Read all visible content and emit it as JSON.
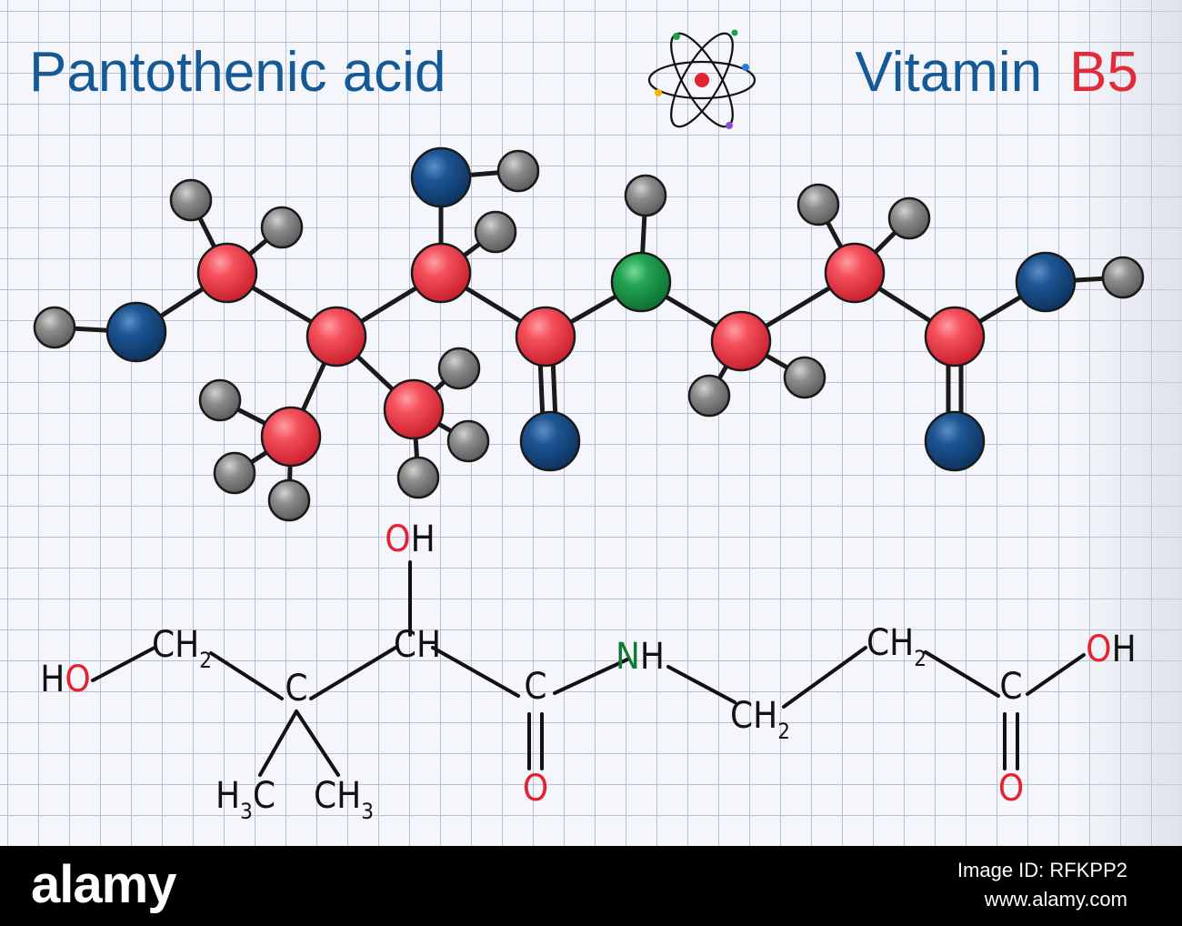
{
  "title": {
    "compound": "Pantothenic acid",
    "vitamin_word": "Vitamin",
    "vitamin_code": "B5"
  },
  "colors": {
    "title_blue": "#155a96",
    "title_red": "#e32b38",
    "carbon": "#ef3e4a",
    "oxygen": "#134b86",
    "hydrogen": "#7b7b7b",
    "nitrogen": "#16a34a",
    "bond": "#1a1a1a",
    "grid_paper": "#f4f6fb",
    "grid_line": "#b9bfd4",
    "formula_red": "#e3232f",
    "formula_green": "#0f7a36",
    "formula_black": "#111111"
  },
  "atom_icon": {
    "icon": "atom-icon"
  },
  "ball_and_stick_model": {
    "atoms": [
      {
        "id": "C1",
        "element": "carbon"
      },
      {
        "id": "C2",
        "element": "carbon"
      },
      {
        "id": "C3",
        "element": "carbon"
      },
      {
        "id": "C4",
        "element": "carbon"
      },
      {
        "id": "C5",
        "element": "carbon"
      },
      {
        "id": "C6",
        "element": "carbon"
      },
      {
        "id": "C7",
        "element": "carbon"
      },
      {
        "id": "C8",
        "element": "carbon"
      },
      {
        "id": "C9",
        "element": "carbon"
      },
      {
        "id": "N1",
        "element": "nitrogen"
      },
      {
        "id": "O1",
        "element": "oxygen"
      },
      {
        "id": "O2",
        "element": "oxygen"
      },
      {
        "id": "O3",
        "element": "oxygen"
      },
      {
        "id": "O4",
        "element": "oxygen"
      },
      {
        "id": "O5",
        "element": "oxygen"
      },
      {
        "id": "H1",
        "element": "hydrogen"
      },
      {
        "id": "H2",
        "element": "hydrogen"
      },
      {
        "id": "H3",
        "element": "hydrogen"
      },
      {
        "id": "H4",
        "element": "hydrogen"
      },
      {
        "id": "H5",
        "element": "hydrogen"
      },
      {
        "id": "H6",
        "element": "hydrogen"
      },
      {
        "id": "H7",
        "element": "hydrogen"
      },
      {
        "id": "H8",
        "element": "hydrogen"
      },
      {
        "id": "H9",
        "element": "hydrogen"
      },
      {
        "id": "H10",
        "element": "hydrogen"
      },
      {
        "id": "H11",
        "element": "hydrogen"
      },
      {
        "id": "H12",
        "element": "hydrogen"
      },
      {
        "id": "H13",
        "element": "hydrogen"
      },
      {
        "id": "H14",
        "element": "hydrogen"
      },
      {
        "id": "H15",
        "element": "hydrogen"
      },
      {
        "id": "H16",
        "element": "hydrogen"
      },
      {
        "id": "H17",
        "element": "hydrogen"
      }
    ],
    "bonds": [
      [
        "H1",
        "O1"
      ],
      [
        "O1",
        "C1"
      ],
      [
        "C1",
        "H2"
      ],
      [
        "C1",
        "H3"
      ],
      [
        "C1",
        "C2"
      ],
      [
        "C2",
        "C3"
      ],
      [
        "C2",
        "C4"
      ],
      [
        "C2",
        "C5"
      ],
      [
        "C3",
        "O2"
      ],
      [
        "O2",
        "H4"
      ],
      [
        "C3",
        "H5"
      ],
      [
        "C3",
        "C6"
      ],
      [
        "C6",
        "N1",
        1
      ],
      [
        "N1",
        "H6"
      ],
      [
        "N1",
        "C7"
      ],
      [
        "C7",
        "H7"
      ],
      [
        "C7",
        "H8"
      ],
      [
        "C7",
        "C8"
      ],
      [
        "C8",
        "H9"
      ],
      [
        "C8",
        "H10"
      ],
      [
        "C8",
        "C9"
      ],
      [
        "C9",
        "O4"
      ],
      [
        "O4",
        "H11"
      ],
      [
        "C4",
        "H12"
      ],
      [
        "C4",
        "H13"
      ],
      [
        "C4",
        "H14"
      ],
      [
        "C5",
        "H15"
      ],
      [
        "C5",
        "H16"
      ],
      [
        "C5",
        "H17"
      ]
    ],
    "double_bonds": [
      [
        "C6",
        "O3"
      ],
      [
        "C9",
        "O5"
      ]
    ]
  },
  "structural_formula": {
    "groups": [
      {
        "id": "HO-left",
        "parts": [
          [
            "H",
            "black"
          ],
          [
            "O",
            "red"
          ]
        ]
      },
      {
        "id": "CH2-a",
        "parts": [
          [
            "CH",
            "black"
          ],
          [
            "2",
            "black",
            "sub"
          ]
        ]
      },
      {
        "id": "C-quat",
        "parts": [
          [
            "C",
            "black"
          ]
        ]
      },
      {
        "id": "H3C",
        "parts": [
          [
            "H",
            "black"
          ],
          [
            "3",
            "black",
            "sub"
          ],
          [
            "C",
            "black"
          ]
        ]
      },
      {
        "id": "CH3",
        "parts": [
          [
            "CH",
            "black"
          ],
          [
            "3",
            "black",
            "sub"
          ]
        ]
      },
      {
        "id": "CH-mid",
        "parts": [
          [
            "CH",
            "black"
          ]
        ]
      },
      {
        "id": "OH-top",
        "parts": [
          [
            "O",
            "red"
          ],
          [
            "H",
            "black"
          ]
        ]
      },
      {
        "id": "C-amide",
        "parts": [
          [
            "C",
            "black"
          ]
        ]
      },
      {
        "id": "O-amide",
        "parts": [
          [
            "O",
            "red"
          ]
        ]
      },
      {
        "id": "NH",
        "parts": [
          [
            "N",
            "green"
          ],
          [
            "H",
            "black"
          ]
        ]
      },
      {
        "id": "CH2-b",
        "parts": [
          [
            "CH",
            "black"
          ],
          [
            "2",
            "black",
            "sub"
          ]
        ]
      },
      {
        "id": "CH2-c",
        "parts": [
          [
            "CH",
            "black"
          ],
          [
            "2",
            "black",
            "sub"
          ]
        ]
      },
      {
        "id": "C-acid",
        "parts": [
          [
            "C",
            "black"
          ]
        ]
      },
      {
        "id": "OH-right",
        "parts": [
          [
            "O",
            "red"
          ],
          [
            "H",
            "black"
          ]
        ]
      },
      {
        "id": "O-acid",
        "parts": [
          [
            "O",
            "red"
          ]
        ]
      }
    ]
  },
  "footer": {
    "logo": "alamy",
    "image_id": "Image ID: RFKPP2",
    "url": "www.alamy.com"
  }
}
